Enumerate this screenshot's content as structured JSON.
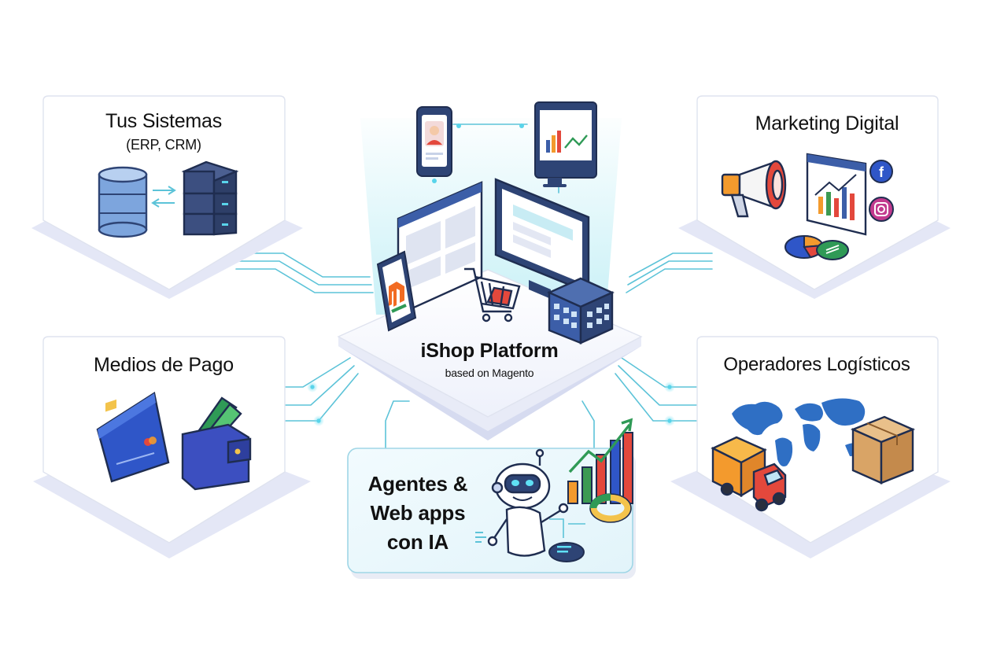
{
  "nodes": {
    "systems": {
      "title": "Tus Sistemas",
      "subtitle": "(ERP, CRM)"
    },
    "marketing": {
      "title": "Marketing Digital"
    },
    "payments": {
      "title": "Medios de Pago"
    },
    "logistics": {
      "title": "Operadores Logísticos"
    },
    "ai": {
      "line1": "Agentes &",
      "line2": "Web apps",
      "line3": "con IA"
    },
    "hub": {
      "title": "iShop Platform",
      "subtitle": "based on Magento"
    }
  },
  "icons": {
    "systems": [
      "database-icon",
      "server-rack-icon",
      "sync-arrows-icon"
    ],
    "marketing": [
      "megaphone-icon",
      "analytics-dashboard-icon",
      "pie-chart-icon",
      "facebook-icon",
      "instagram-icon"
    ],
    "payments": [
      "credit-card-icon",
      "wallet-icon"
    ],
    "logistics": [
      "world-map-icon",
      "delivery-truck-icon",
      "package-box-icon"
    ],
    "ai": [
      "robot-icon",
      "growth-chart-icon",
      "donut-chart-icon"
    ],
    "hub": [
      "smartphone-user-icon",
      "monitor-analytics-icon",
      "browser-window-icon",
      "magento-phone-icon",
      "desktop-monitor-icon",
      "shopping-cart-icon",
      "store-building-icon"
    ]
  },
  "colors": {
    "connector": "#5cc3d8",
    "card_border": "#dfe3ef",
    "card_shadow": "#e4e7f6",
    "ai_fill": "#eaf7fb",
    "ai_border": "#9fd6e6",
    "navy": "#2e4475",
    "accent_red": "#e3483c",
    "accent_orange": "#f39a2d"
  }
}
